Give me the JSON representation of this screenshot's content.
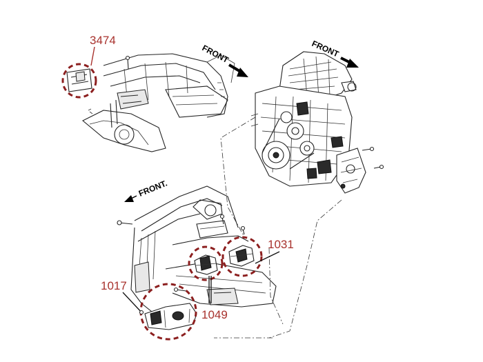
{
  "callouts": {
    "c3474": "3474",
    "c1031": "1031",
    "c1017": "1017",
    "c1049": "1049"
  },
  "direction_labels": {
    "top_left": "FRONT",
    "top_right": "FRONT",
    "lower": "FRONT."
  },
  "colors": {
    "callout_text": "#a8322d",
    "highlight_circle": "#8c1f1f"
  }
}
